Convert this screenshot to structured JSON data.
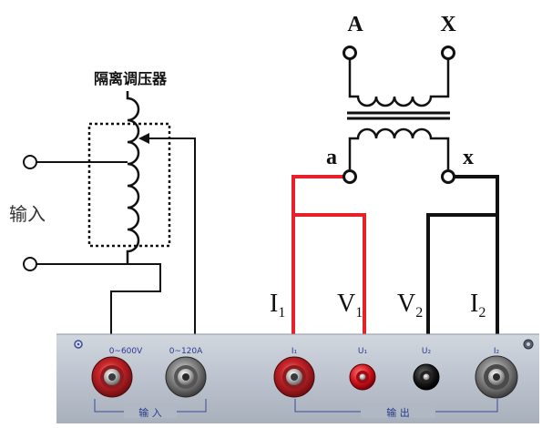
{
  "regulator": {
    "title": "隔离调压器",
    "input_label": "输入"
  },
  "transformer": {
    "terminal_A": "A",
    "terminal_X": "X",
    "terminal_a": "a",
    "terminal_x": "x"
  },
  "leads": {
    "I1": {
      "main": "I",
      "sub": "1"
    },
    "V1": {
      "main": "V",
      "sub": "1"
    },
    "V2": {
      "main": "V",
      "sub": "2"
    },
    "I2": {
      "main": "I",
      "sub": "2"
    }
  },
  "panel": {
    "input_voltage_range": "0~600V",
    "input_current_range": "0~120A",
    "jack_I1": "I₁",
    "jack_U1": "U₁",
    "jack_U2": "U₂",
    "jack_I2": "I₂",
    "input_group_label": "输  入",
    "output_group_label": "输          出"
  },
  "colors": {
    "red_lead": "#e8202a",
    "black_lead": "#111111",
    "panel_face": "#b9c0cb",
    "panel_label": "#2a3a8c"
  }
}
